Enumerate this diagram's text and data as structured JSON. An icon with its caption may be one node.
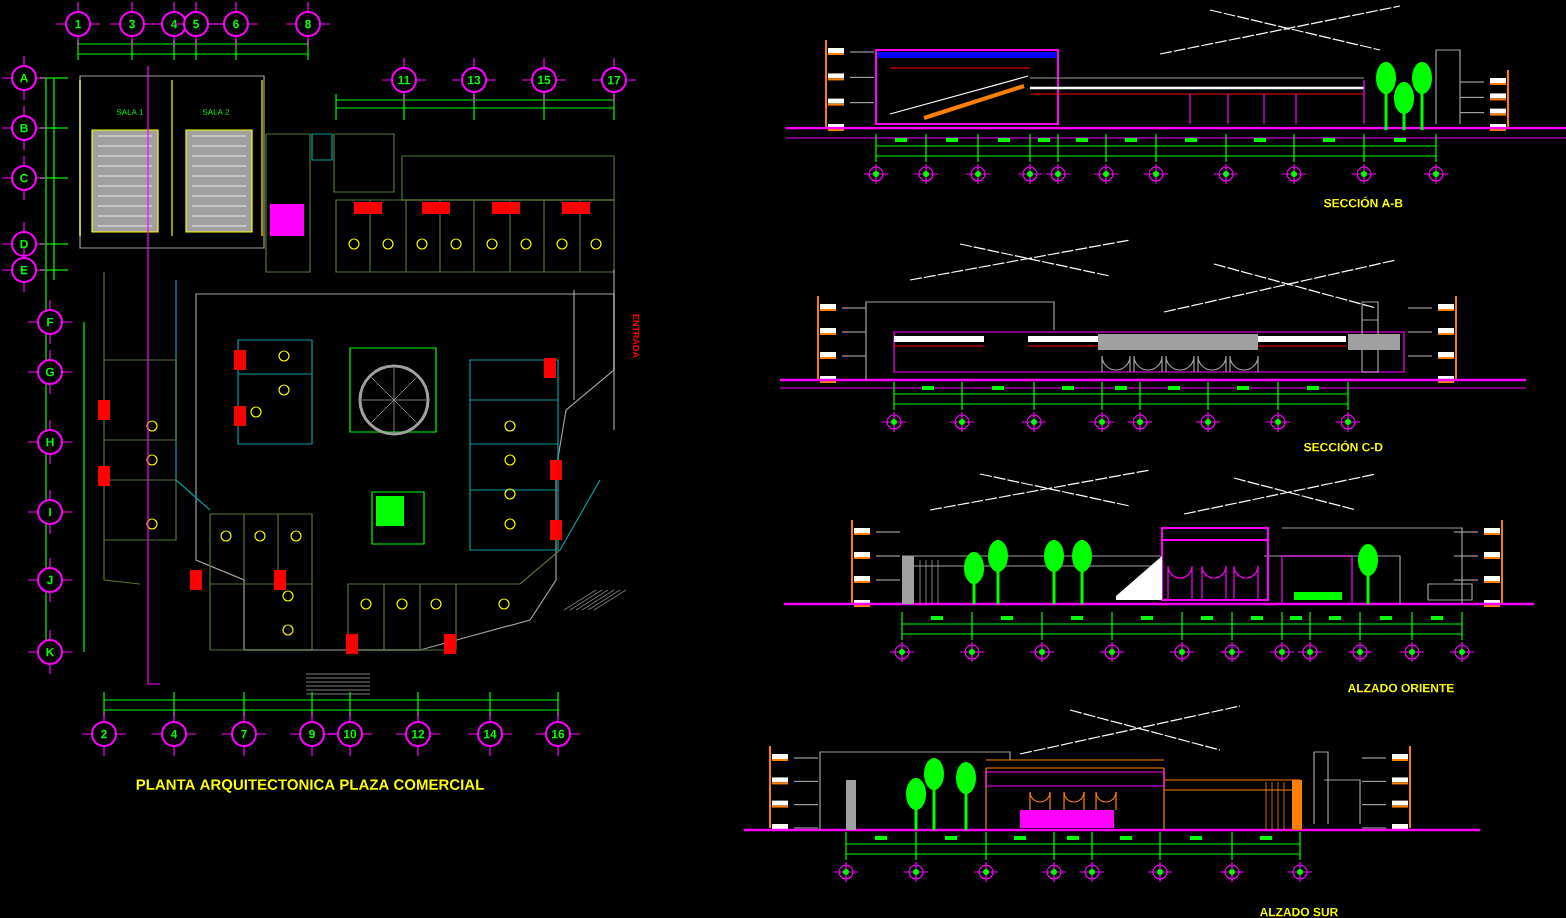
{
  "diagram": {
    "labels": [
      "1",
      "3",
      "4",
      "5",
      "6",
      "8",
      "A",
      "11",
      "13",
      "15",
      "17",
      "SALA 1",
      "SALA 2",
      "B",
      "C",
      "SECCIÓN A-B",
      "D",
      "E",
      "F",
      "ENTRADA",
      "G",
      "H",
      "SECCIÓN C-D",
      "I",
      "J",
      "K",
      "ALZADO ORIENTE",
      "2",
      "4",
      "7",
      "9",
      "10",
      "12",
      "14",
      "16",
      "PLANTA ARQUITECTONICA PLAZA COMERCIAL",
      "ALZADO SUR"
    ]
  }
}
